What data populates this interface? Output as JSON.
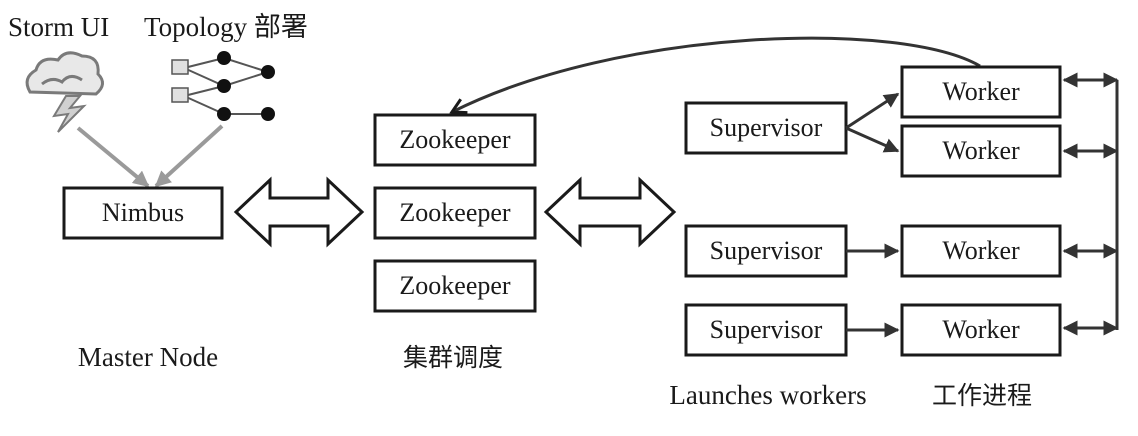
{
  "labels": {
    "storm_ui": "Storm UI",
    "topology": "Topology 部署",
    "nimbus": "Nimbus",
    "master_node": "Master Node",
    "zookeeper_1": "Zookeeper",
    "zookeeper_2": "Zookeeper",
    "zookeeper_3": "Zookeeper",
    "cluster_scheduling": "集群调度",
    "supervisor_1": "Supervisor",
    "supervisor_2": "Supervisor",
    "supervisor_3": "Supervisor",
    "worker_1": "Worker",
    "worker_2": "Worker",
    "worker_3": "Worker",
    "worker_4": "Worker",
    "launches_workers": "Launches workers",
    "worker_process": "工作进程"
  },
  "icons": {
    "storm": "storm-cloud-lightning-icon",
    "topology": "topology-graph-icon"
  },
  "colors": {
    "stroke": "#1a1a1a",
    "gray_arrow": "#9a9a9a"
  }
}
